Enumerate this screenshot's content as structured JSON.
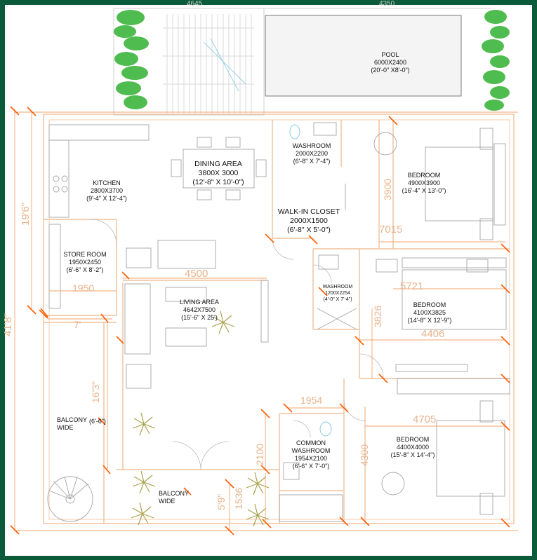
{
  "rooms": {
    "pool": {
      "name": "POOL",
      "size": "6000X2400",
      "imperial": "(20'-0\" X8'-0\")"
    },
    "dining": {
      "name": "DINING AREA",
      "size": "3800X 3000",
      "imperial": "(12'-8\" X 10'-0\")"
    },
    "washroom1": {
      "name": "WASHROOM",
      "size": "2000X2200",
      "imperial": "(6'-8\" X 7'-4\")"
    },
    "bedroom1": {
      "name": "BEDROOM",
      "size": "4900X3900",
      "imperial": "(16'-4\" X 13'-0\")"
    },
    "kitchen": {
      "name": "KITCHEN",
      "size": "2800X3700",
      "imperial": "(9'-4\" X 12'-4\")"
    },
    "closet": {
      "name": "WALK-IN CLOSET",
      "size": "2000X1500",
      "imperial": "(6'-8\" X 5'-0\")"
    },
    "store": {
      "name": "STORE ROOM",
      "size": "1950X2450",
      "imperial": "(6'-6\" X 8'-2\")"
    },
    "washroom2": {
      "name": "WASHROOM",
      "size": "1200X2254",
      "imperial": "(4'-0\" X 7'-4\")"
    },
    "living": {
      "name": "LIVING AREA",
      "size": "4642X7500",
      "imperial": "(15'-6\" X 25')"
    },
    "bedroom2": {
      "name": "BEDROOM",
      "size": "4100X3825",
      "imperial": "(14'-8\" X 12'-9\")"
    },
    "balcony1": {
      "name": "BALCONY",
      "width_word": "WIDE",
      "imperial": "(6'-6\")"
    },
    "common_wash": {
      "name": "COMMON",
      "name2": "WASHROOM",
      "size": "1954X2100",
      "imperial": "(6'-6\" X 7'-0\")"
    },
    "bedroom3": {
      "name": "BEDROOM",
      "size": "4400X4000",
      "imperial": "(15'-8\" X 14'-4\")"
    },
    "balcony2": {
      "name": "BALCONY",
      "width_word": "WIDE"
    }
  },
  "dimensions": {
    "top_left": "4645",
    "top_right": "4350",
    "d3900": "3900",
    "d7015": "7015",
    "d4500": "4500",
    "d5721": "5721",
    "d1950": "1950",
    "d3826": "3826",
    "d4406": "4406",
    "d7ft": "7'",
    "d16ft": "16'3\"",
    "d19ft": "19'6\"",
    "d41ft": "41'8\"",
    "d1954": "1954",
    "d4705": "4705",
    "d2100": "2100",
    "d4300": "4300",
    "d1536": "1536",
    "d5ft": "5'9\""
  },
  "colors": {
    "frame": "#0b5a3a",
    "paper": "#ffffff",
    "wall": "#f0c09c",
    "dim_line": "#f3a46e",
    "tick": "#ff5a00",
    "furniture": "#c2c2c2",
    "tree": "#3cb53c",
    "text": "#111111",
    "pool_fill": "#f4f4f4"
  }
}
